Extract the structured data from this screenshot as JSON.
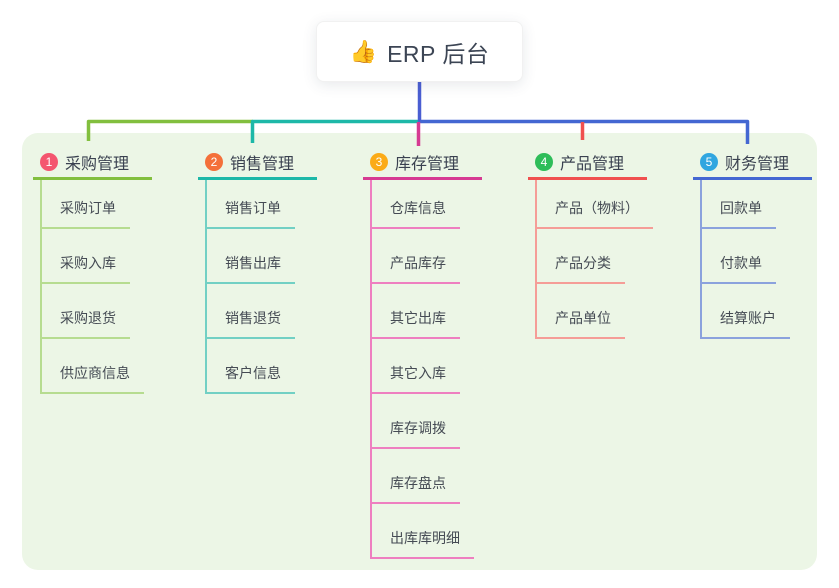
{
  "root": {
    "icon": "👍",
    "label": "ERP 后台"
  },
  "colors": {
    "root_connector": "#4a5ed2",
    "panel_bg": "#ecf6e6"
  },
  "branches": [
    {
      "num": "1",
      "label": "采购管理",
      "badge_color": "#f4566f",
      "line_color": "#82bf3e",
      "child_line_color": "#b6dc90",
      "children": [
        "采购订单",
        "采购入库",
        "采购退货",
        "供应商信息"
      ]
    },
    {
      "num": "2",
      "label": "销售管理",
      "badge_color": "#f4703a",
      "line_color": "#1db8a8",
      "child_line_color": "#72d0c4",
      "children": [
        "销售订单",
        "销售出库",
        "销售退货",
        "客户信息"
      ]
    },
    {
      "num": "3",
      "label": "库存管理",
      "badge_color": "#fbab17",
      "line_color": "#d63a92",
      "child_line_color": "#ee7fc0",
      "children": [
        "仓库信息",
        "产品库存",
        "其它出库",
        "其它入库",
        "库存调拨",
        "库存盘点",
        "出库库明细"
      ]
    },
    {
      "num": "4",
      "label": "产品管理",
      "badge_color": "#2ebd59",
      "line_color": "#f0504f",
      "child_line_color": "#f59d97",
      "children": [
        "产品（物料）",
        "产品分类",
        "产品单位"
      ]
    },
    {
      "num": "5",
      "label": "财务管理",
      "badge_color": "#30a6e0",
      "line_color": "#4467d2",
      "child_line_color": "#8ba2dd",
      "children": [
        "回款单",
        "付款单",
        "结算账户"
      ]
    }
  ]
}
